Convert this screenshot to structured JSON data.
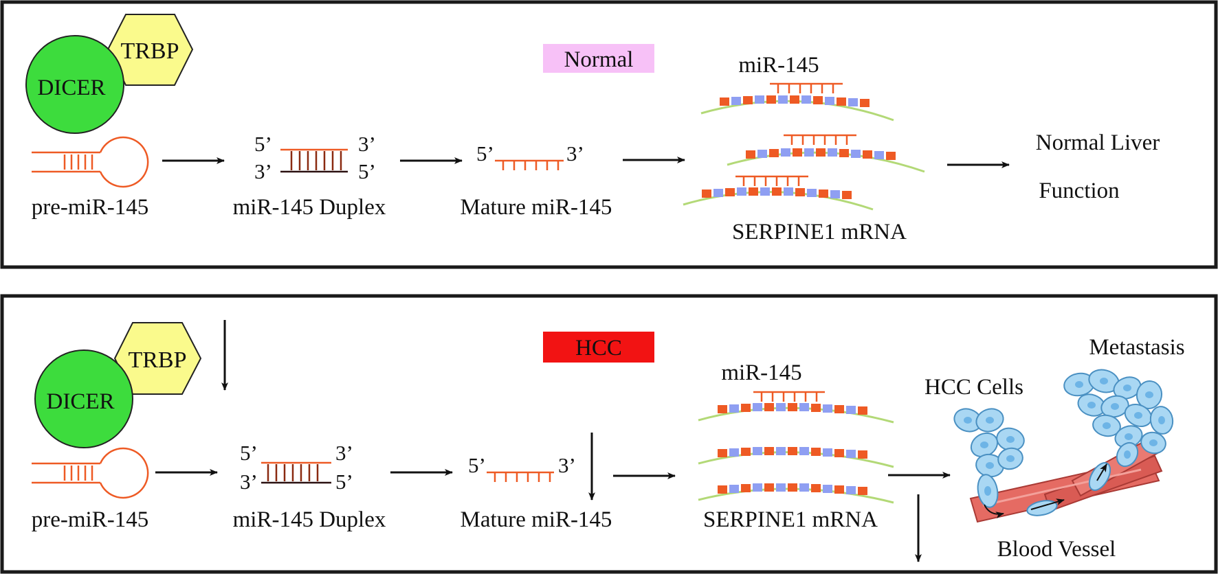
{
  "colors": {
    "dicer": "#3ddc3d",
    "trbp": "#fafa8c",
    "rna_strand": "#ee5a24",
    "normal_badge": "#f7c1f7",
    "hcc_badge": "#f21313",
    "mrna_backbone": "#b3d977",
    "base_blue": "#8f9ff2",
    "cell_fill": "#a9d7f3",
    "vessel": "#e56b63"
  },
  "normal": {
    "badge": "Normal",
    "dicer": "DICER",
    "trbp": "TRBP",
    "pre_label": "pre-miR-145",
    "duplex_label": "miR-145 Duplex",
    "duplex_5_top": "5’",
    "duplex_3_top": "3’",
    "duplex_3_bot": "3’",
    "duplex_5_bot": "5’",
    "mature_label": "Mature miR-145",
    "mature_5": "5’",
    "mature_3": "3’",
    "mir_label": "miR-145",
    "mrna_label": "SERPINE1 mRNA",
    "outcome_line1": "Normal Liver",
    "outcome_line2": "Function"
  },
  "hcc": {
    "badge": "HCC",
    "dicer": "DICER",
    "trbp": "TRBP",
    "pre_label": "pre-miR-145",
    "duplex_label": "miR-145 Duplex",
    "duplex_5_top": "5’",
    "duplex_3_top": "3’",
    "duplex_3_bot": "3’",
    "duplex_5_bot": "5’",
    "mature_label": "Mature miR-145",
    "mature_5": "5’",
    "mature_3": "3’",
    "mir_label": "miR-145",
    "mrna_label": "SERPINE1  mRNA",
    "cells_label": "HCC Cells",
    "metastasis_label": "Metastasis",
    "vessel_label": "Blood Vessel"
  }
}
